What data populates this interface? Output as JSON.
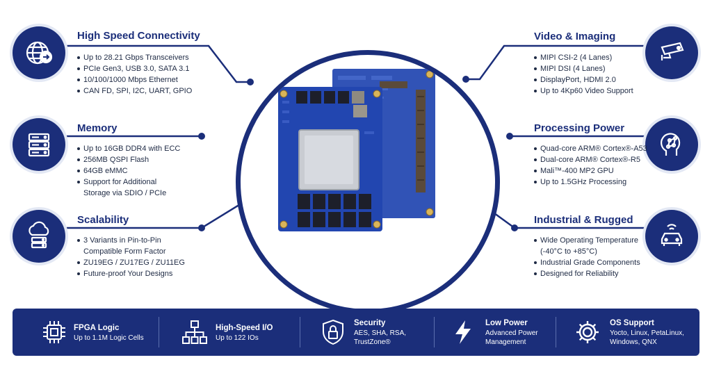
{
  "features": {
    "connectivity": {
      "title": "High Speed Connectivity",
      "icon": "globe-arrow-icon",
      "items": [
        "Up to 28.21 Gbps Transceivers",
        "PCIe Gen3, USB 3.0, SATA 3.1",
        "10/100/1000 Mbps Ethernet",
        "CAN FD, SPI, I2C, UART, GPIO"
      ]
    },
    "memory": {
      "title": "Memory",
      "icon": "server-rack-icon",
      "items": [
        "Up to 16GB DDR4 with ECC",
        "256MB QSPI Flash",
        "64GB eMMC",
        "Support for Additional",
        "Storage via SDIO / PCIe"
      ]
    },
    "scalability": {
      "title": "Scalability",
      "icon": "cloud-server-icon",
      "items": [
        "3 Variants in Pin-to-Pin",
        "Compatible Form Factor",
        "ZU19EG / ZU17EG / ZU11EG",
        "Future-proof Your Designs"
      ]
    },
    "video": {
      "title": "Video & Imaging",
      "icon": "security-camera-icon",
      "items": [
        "MIPI CSI-2 (4 Lanes)",
        "MIPI DSI (4 Lanes)",
        "DisplayPort, HDMI 2.0",
        "Up to 4Kp60 Video Support"
      ]
    },
    "processing": {
      "title": "Processing Power",
      "icon": "ai-head-icon",
      "items": [
        "Quad-core ARM® Cortex®-A53",
        "Dual-core ARM® Cortex®-R5",
        "Mali™-400 MP2 GPU",
        "Up to 1.5GHz Processing"
      ]
    },
    "industrial": {
      "title": "Industrial & Rugged",
      "icon": "connected-car-icon",
      "items": [
        "Wide Operating Temperature",
        "(-40°C to +85°C)",
        "Industrial Grade Components",
        "Designed for Reliability"
      ]
    }
  },
  "bottom_bar": [
    {
      "icon": "chip-icon",
      "title": "FPGA Logic",
      "lines": [
        "Up to 1.1M Logic Cells"
      ]
    },
    {
      "icon": "network-hierarchy-icon",
      "title": "High-Speed I/O",
      "lines": [
        "Up to 122 IOs"
      ]
    },
    {
      "icon": "lock-shield-icon",
      "title": "Security",
      "lines": [
        "AES, SHA, RSA, TrustZone®"
      ]
    },
    {
      "icon": "lightning-icon",
      "title": "Low Power",
      "lines": [
        "Advanced Power",
        "Management"
      ]
    },
    {
      "icon": "gear-icon",
      "title": "OS Support",
      "lines": [
        "Yocto, Linux, PetaLinux,",
        "Windows, QNX"
      ]
    }
  ],
  "colors": {
    "primary": "#1b2e7a",
    "text": "#1e2a44",
    "board_blue": "#1d3fa0",
    "chip_silver": "#c9ccd2"
  }
}
